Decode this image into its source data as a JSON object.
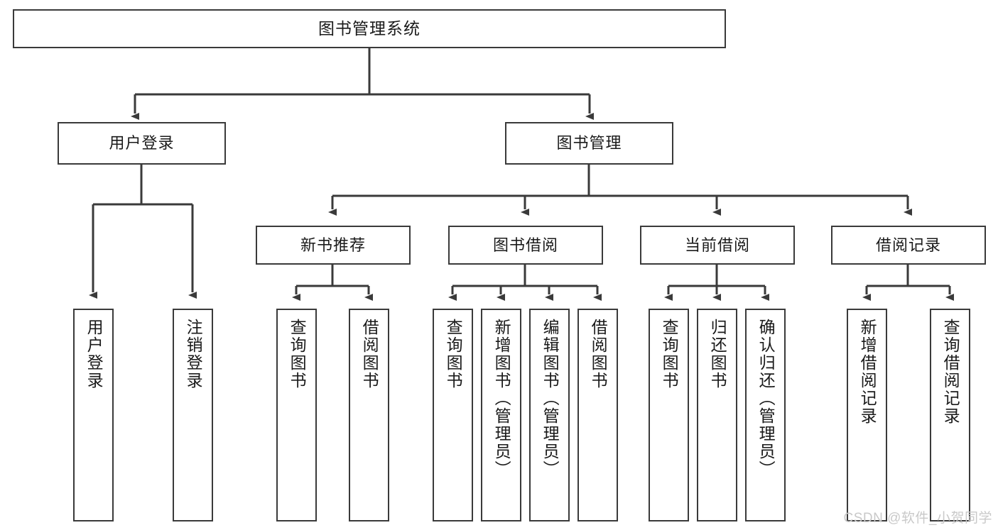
{
  "diagram": {
    "title": "图书管理系统",
    "background_color": "#ffffff",
    "node_border_color": "#3a3a3a",
    "edge_color": "#3a3a3a",
    "watermark": "CSDN @软件_小贺同学"
  },
  "nodes": {
    "root": {
      "label": "图书管理系统"
    },
    "level2": [
      {
        "label": "用户登录"
      },
      {
        "label": "图书管理"
      }
    ],
    "level3": [
      {
        "label": "新书推荐"
      },
      {
        "label": "图书借阅"
      },
      {
        "label": "当前借阅"
      },
      {
        "label": "借阅记录"
      }
    ],
    "leaves": {
      "user_login": [
        {
          "label": "用户登录"
        },
        {
          "label": "注销登录"
        }
      ],
      "new_book_recommend": [
        {
          "label": "查询图书"
        },
        {
          "label": "借阅图书"
        }
      ],
      "book_borrow": [
        {
          "label": "查询图书"
        },
        {
          "label": "新增图书（管理员）"
        },
        {
          "label": "编辑图书（管理员）"
        },
        {
          "label": "借阅图书"
        }
      ],
      "current_borrow": [
        {
          "label": "查询图书"
        },
        {
          "label": "归还图书"
        },
        {
          "label": "确认归还（管理员）"
        }
      ],
      "borrow_records": [
        {
          "label": "新增借阅记录"
        },
        {
          "label": "查询借阅记录"
        }
      ]
    }
  }
}
